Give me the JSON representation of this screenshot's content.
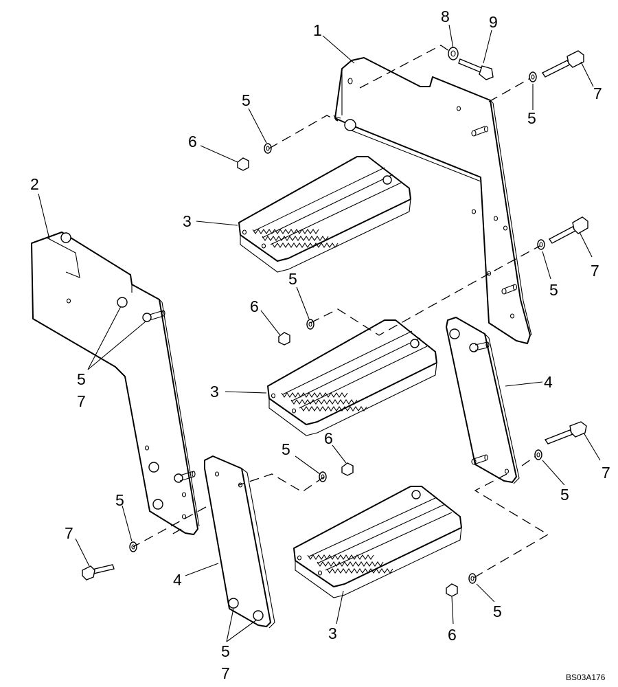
{
  "diagram": {
    "doc_id": "BS03A176",
    "callouts": {
      "c1": "1",
      "c2": "2",
      "c3a": "3",
      "c3b": "3",
      "c3c": "3",
      "c4a": "4",
      "c4b": "4",
      "c5a": "5",
      "c5b": "5",
      "c5c": "5",
      "c5d": "5",
      "c5e": "5",
      "c5f": "5",
      "c5g": "5",
      "c5h": "5",
      "c5i": "5",
      "c5j": "5",
      "c6a": "6",
      "c6b": "6",
      "c6c": "6",
      "c6d": "6",
      "c7a": "7",
      "c7b": "7",
      "c7c": "7",
      "c7d": "7",
      "c7e": "7",
      "c7f": "7",
      "c8": "8",
      "c9": "9"
    }
  }
}
